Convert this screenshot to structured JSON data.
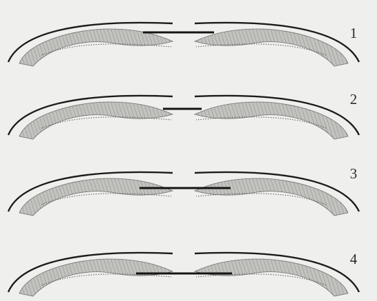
{
  "figure": {
    "panels": [
      {
        "label": "1",
        "mesh_position": "onlay"
      },
      {
        "label": "2",
        "mesh_position": "inlay"
      },
      {
        "label": "3",
        "mesh_position": "retromuscular"
      },
      {
        "label": "4",
        "mesh_position": "preperitoneal"
      }
    ],
    "colors": {
      "background": "#efefed",
      "outline": "#1c1c1c",
      "muscle_fill": "#b9b9b6",
      "muscle_hatch": "#8d8d8a",
      "mesh": "#141414"
    }
  }
}
